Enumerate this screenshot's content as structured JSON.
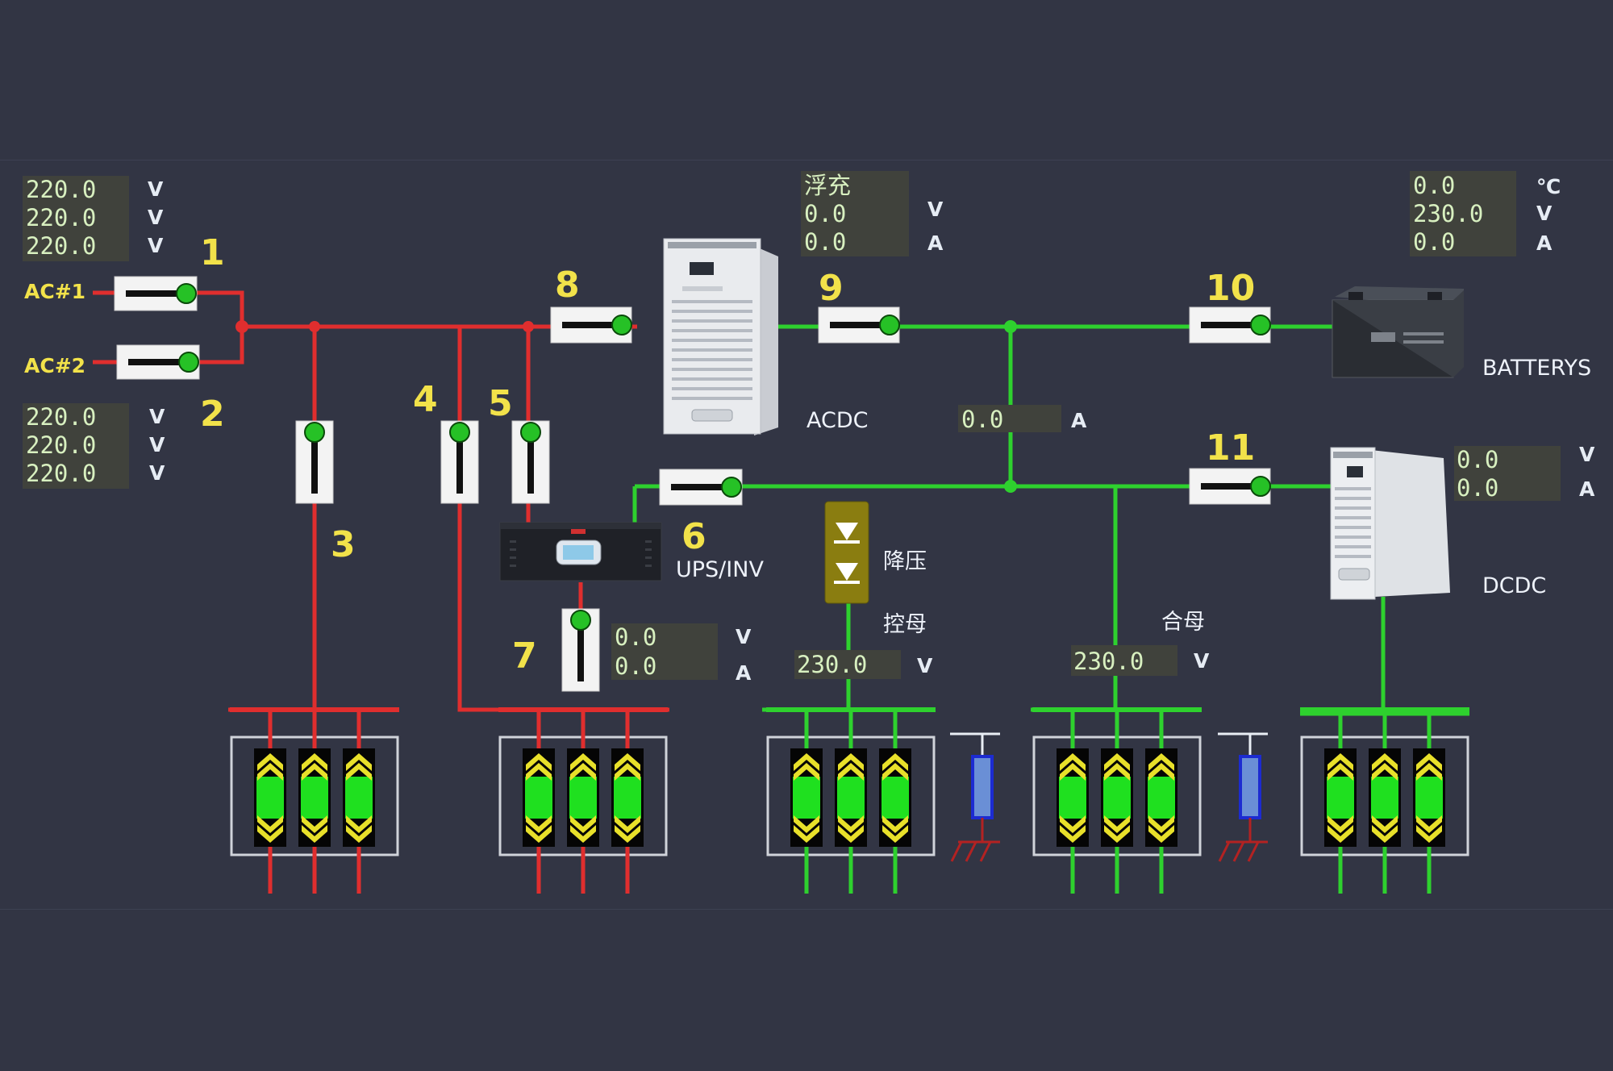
{
  "colors": {
    "ac_line": "#e02e2e",
    "dc_line": "#2ed12e",
    "label_yellow": "#f2e24a",
    "background": "#323544",
    "readout_bg": "#40423c"
  },
  "ac_inputs": [
    {
      "label": "AC#1",
      "switch": "1",
      "readings": [
        "220.0",
        "220.0",
        "220.0"
      ],
      "units": [
        "V",
        "V",
        "V"
      ]
    },
    {
      "label": "AC#2",
      "switch": "2",
      "readings": [
        "220.0",
        "220.0",
        "220.0"
      ],
      "units": [
        "V",
        "V",
        "V"
      ]
    }
  ],
  "switches": {
    "s3": "3",
    "s4": "4",
    "s5": "5",
    "s6": "6",
    "s7": "7",
    "s8": "8",
    "s9": "9",
    "s10": "10",
    "s11": "11"
  },
  "acdc": {
    "label": "ACDC",
    "mode": "浮充",
    "voltage": "0.0",
    "current": "0.0",
    "units": [
      "V",
      "A"
    ]
  },
  "battery": {
    "label": "BATTERYS",
    "temperature": "0.0",
    "voltage": "230.0",
    "current": "0.0",
    "units": [
      "℃",
      "V",
      "A"
    ]
  },
  "bus_current": {
    "value": "0.0",
    "unit": "A"
  },
  "dcdc": {
    "label": "DCDC",
    "voltage": "0.0",
    "current": "0.0",
    "units": [
      "V",
      "A"
    ]
  },
  "ups": {
    "label": "UPS/INV",
    "voltage": "0.0",
    "current": "0.0",
    "units": [
      "V",
      "A"
    ]
  },
  "step_down": {
    "label": "降压"
  },
  "control_bus": {
    "label": "控母",
    "voltage": "230.0",
    "unit": "V"
  },
  "closing_bus": {
    "label": "合母",
    "voltage": "230.0",
    "unit": "V"
  },
  "feeder_panels": [
    {
      "id": "feeder-ac-1",
      "color": "red"
    },
    {
      "id": "feeder-ac-2",
      "color": "red"
    },
    {
      "id": "feeder-control-bus",
      "color": "green"
    },
    {
      "id": "feeder-closing-bus",
      "color": "green"
    },
    {
      "id": "feeder-dcdc",
      "color": "green"
    }
  ]
}
